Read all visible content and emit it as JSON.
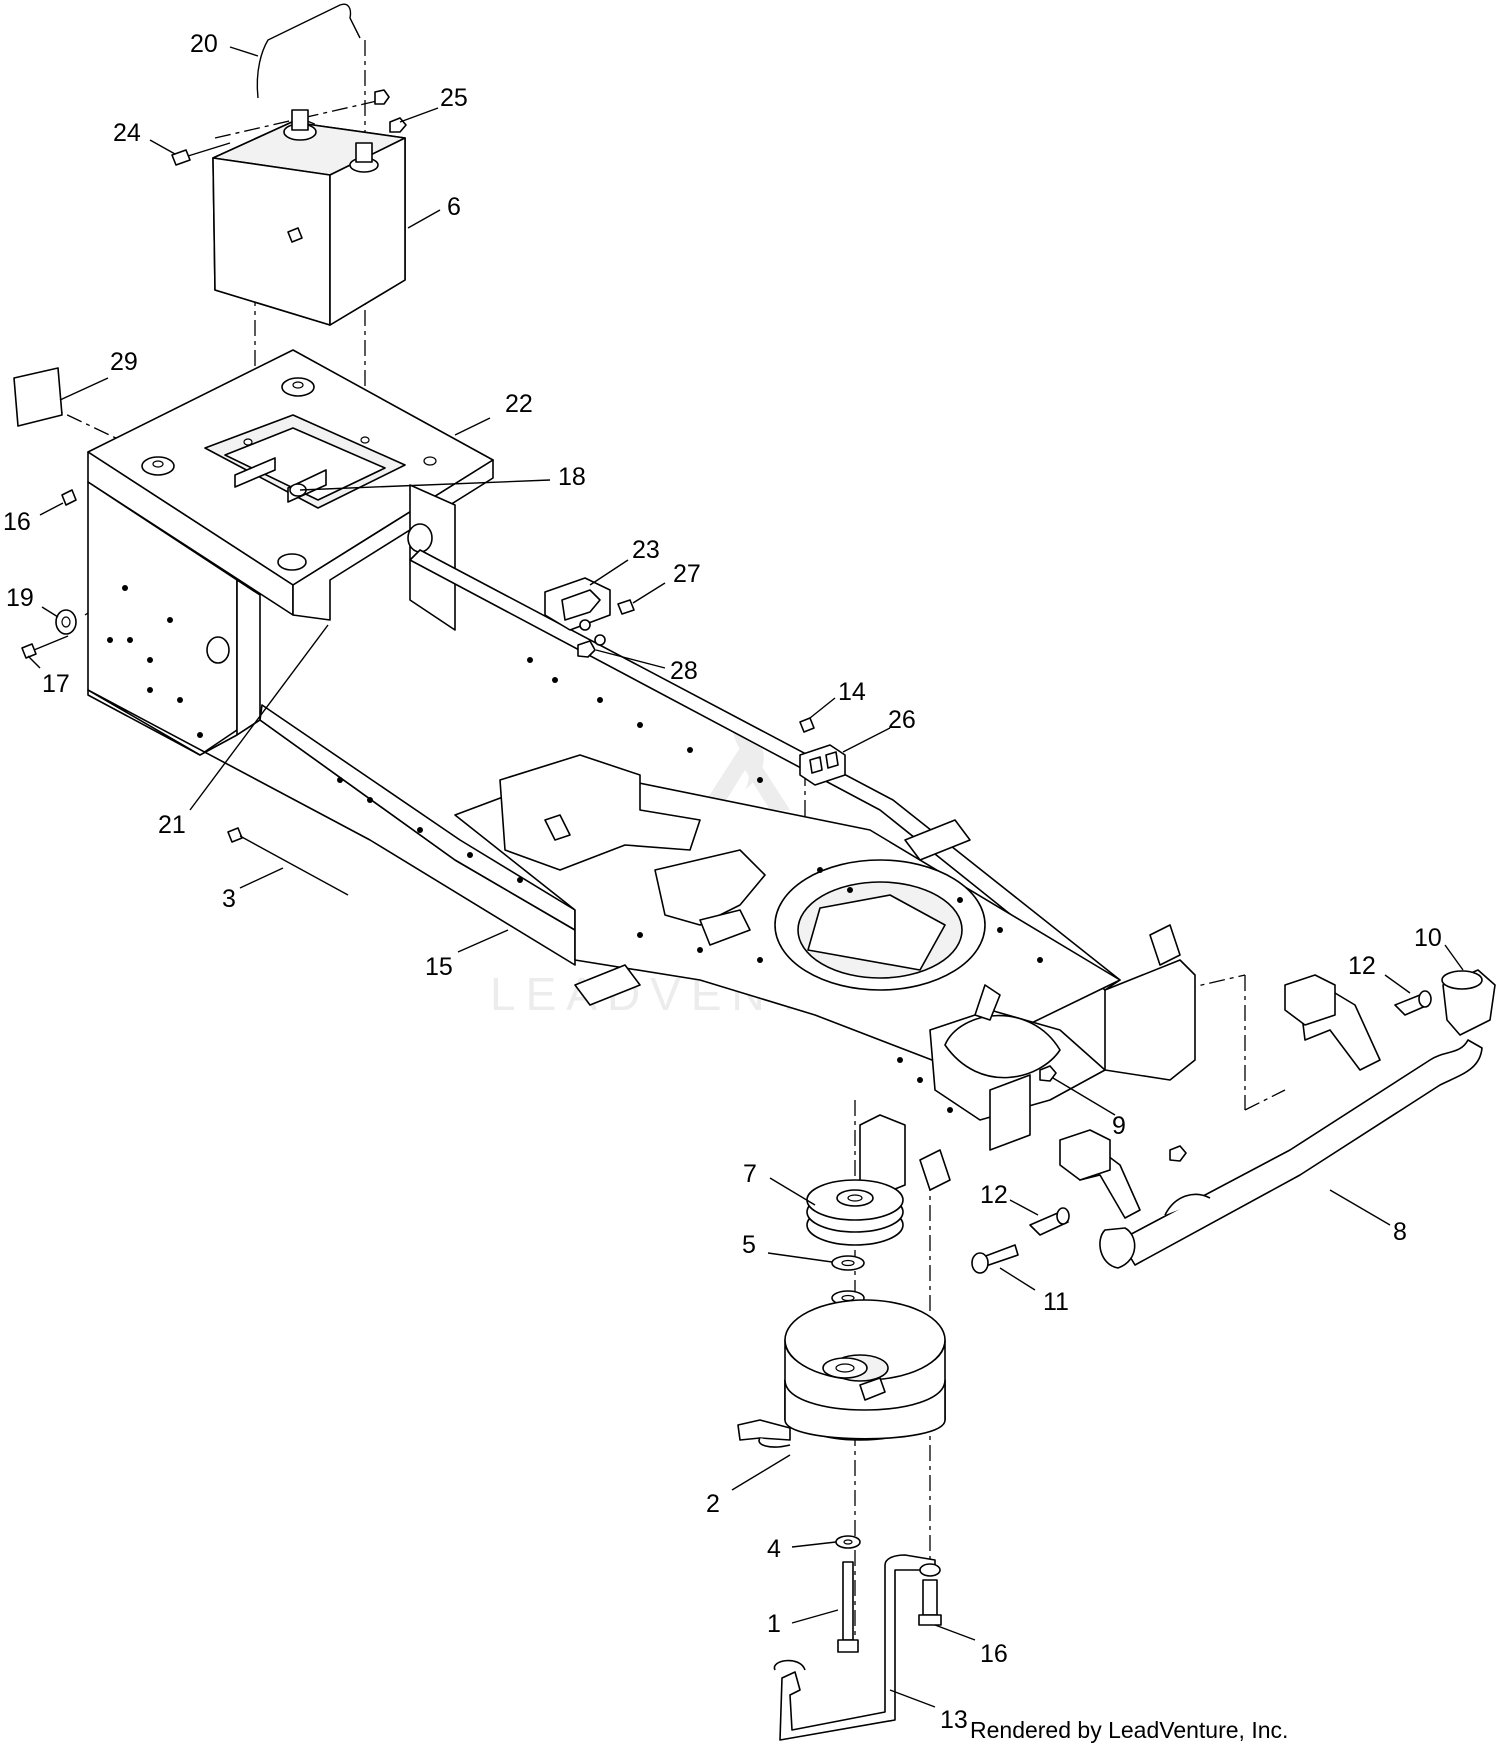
{
  "watermark": "LEADVENTURE",
  "credit": "Rendered by LeadVenture, Inc.",
  "callouts": [
    {
      "id": "c20",
      "label": "20"
    },
    {
      "id": "c25",
      "label": "25"
    },
    {
      "id": "c24",
      "label": "24"
    },
    {
      "id": "c6",
      "label": "6"
    },
    {
      "id": "c29",
      "label": "29"
    },
    {
      "id": "c22",
      "label": "22"
    },
    {
      "id": "c18",
      "label": "18"
    },
    {
      "id": "c16a",
      "label": "16"
    },
    {
      "id": "c23",
      "label": "23"
    },
    {
      "id": "c27",
      "label": "27"
    },
    {
      "id": "c19",
      "label": "19"
    },
    {
      "id": "c17",
      "label": "17"
    },
    {
      "id": "c28",
      "label": "28"
    },
    {
      "id": "c14",
      "label": "14"
    },
    {
      "id": "c26",
      "label": "26"
    },
    {
      "id": "c21",
      "label": "21"
    },
    {
      "id": "c3",
      "label": "3"
    },
    {
      "id": "c15",
      "label": "15"
    },
    {
      "id": "c10",
      "label": "10"
    },
    {
      "id": "c12a",
      "label": "12"
    },
    {
      "id": "c9",
      "label": "9"
    },
    {
      "id": "c7",
      "label": "7"
    },
    {
      "id": "c12b",
      "label": "12"
    },
    {
      "id": "c8",
      "label": "8"
    },
    {
      "id": "c5",
      "label": "5"
    },
    {
      "id": "c11",
      "label": "11"
    },
    {
      "id": "c2",
      "label": "2"
    },
    {
      "id": "c4",
      "label": "4"
    },
    {
      "id": "c1",
      "label": "1"
    },
    {
      "id": "c16b",
      "label": "16"
    },
    {
      "id": "c13",
      "label": "13"
    }
  ]
}
